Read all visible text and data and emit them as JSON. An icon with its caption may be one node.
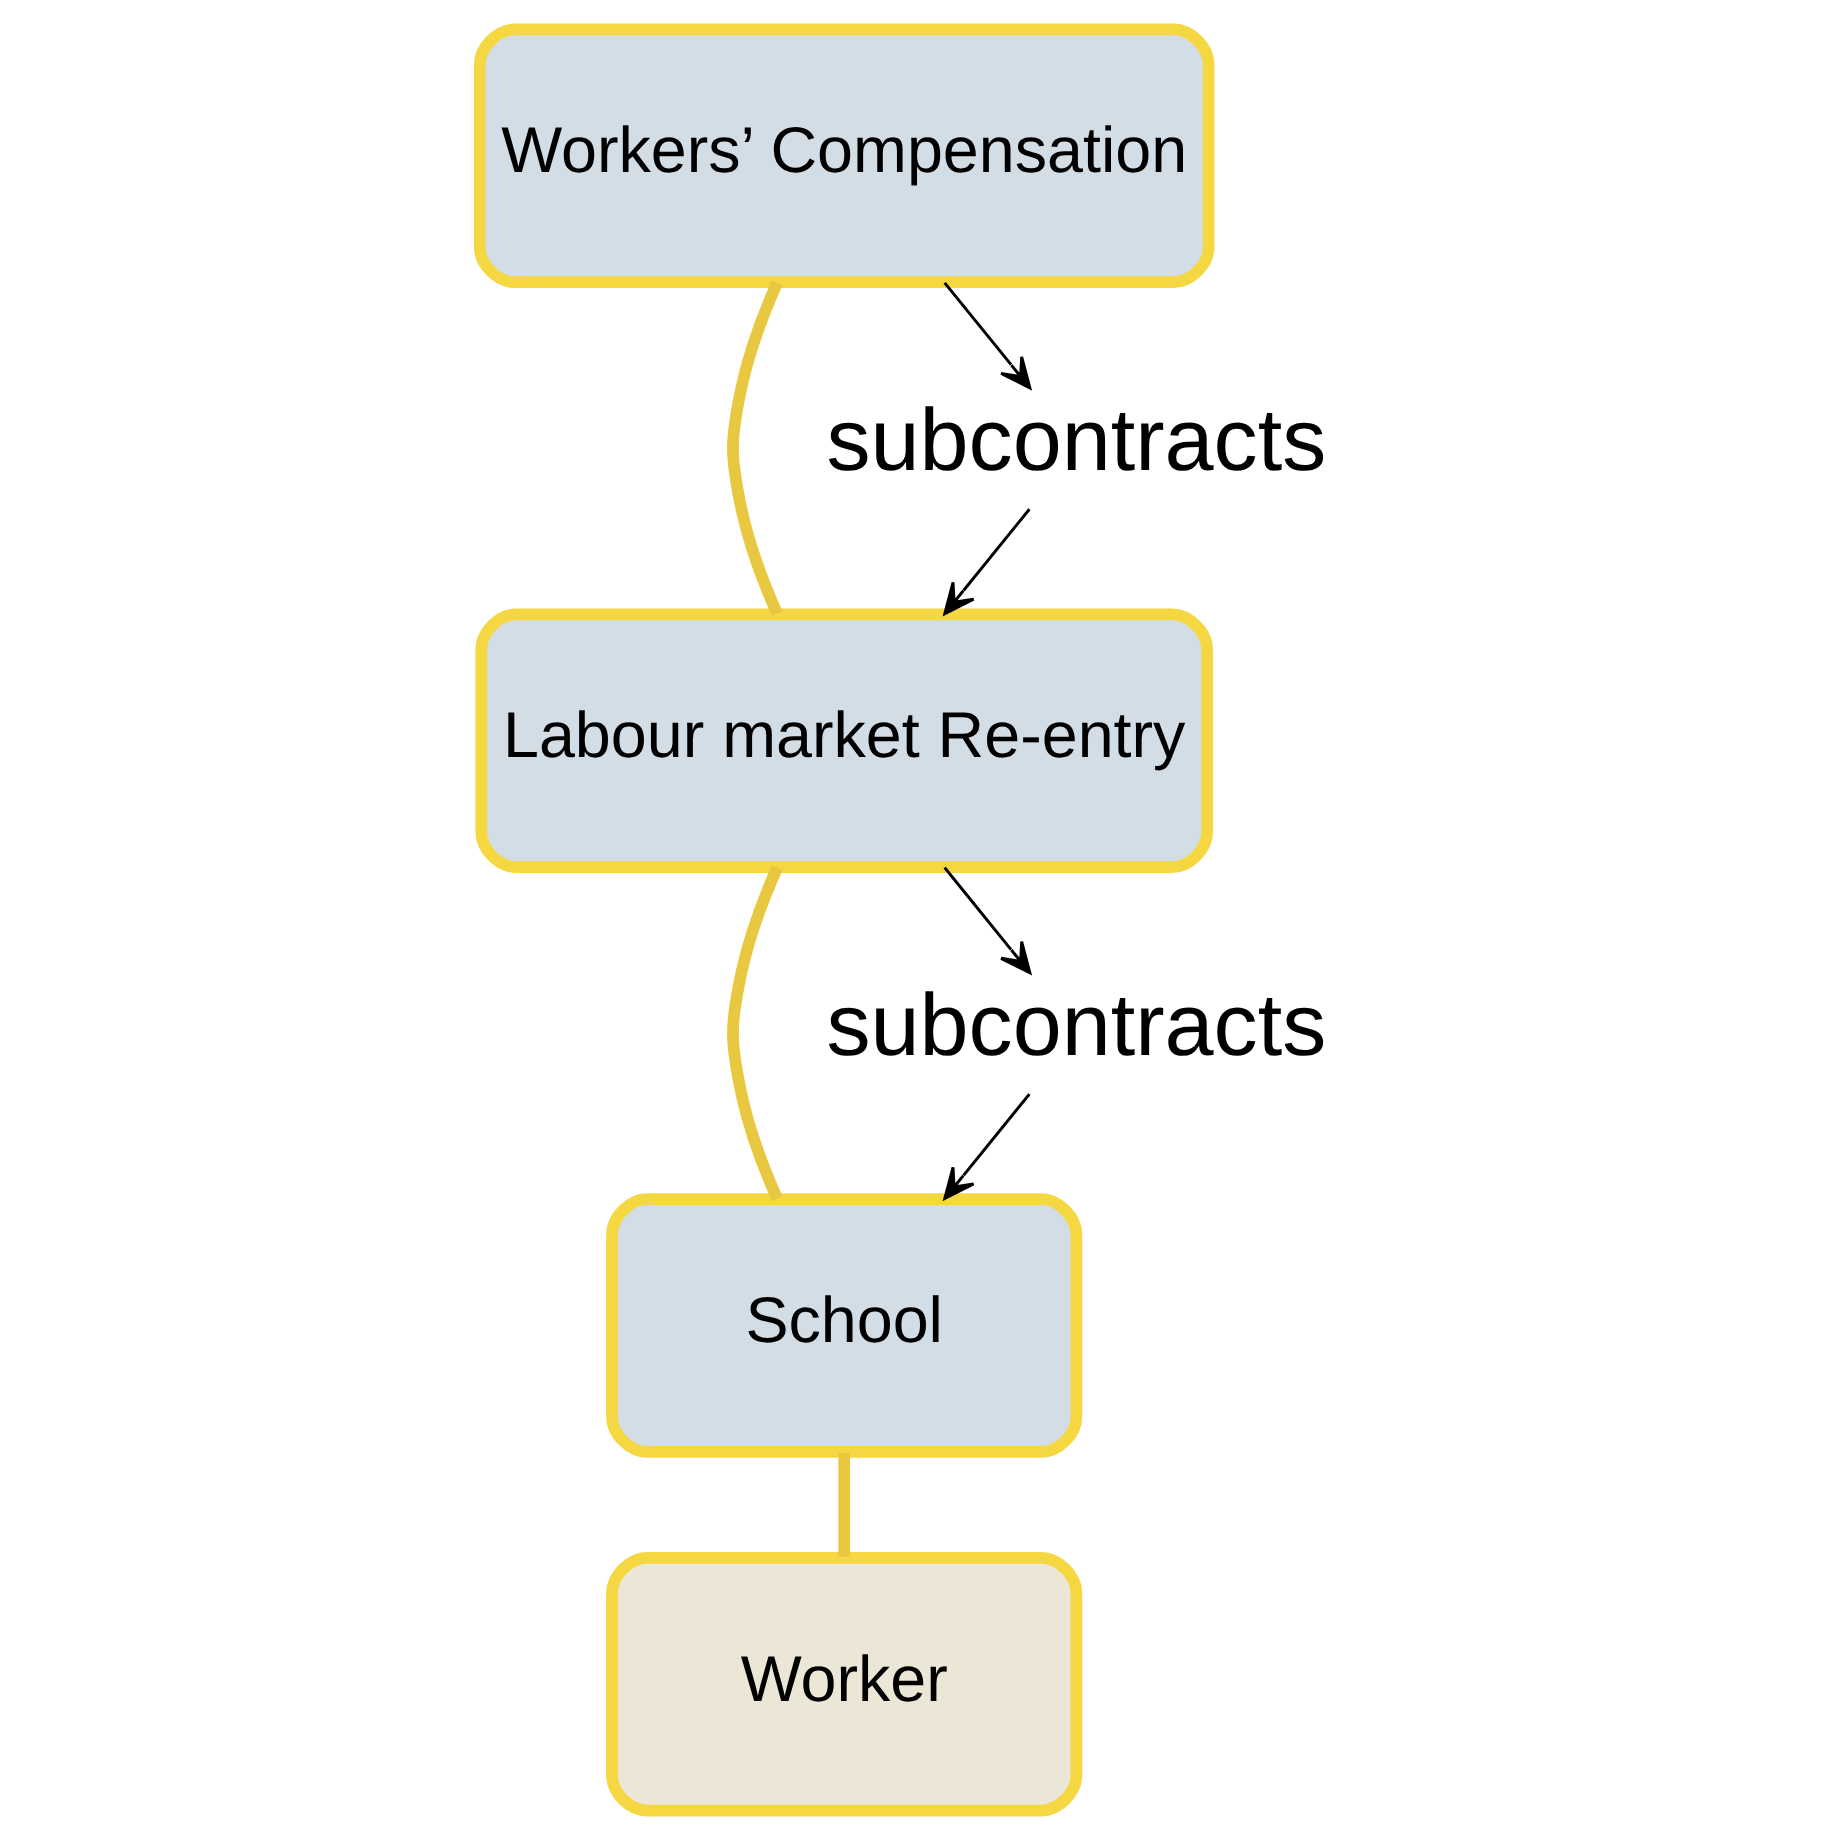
{
  "diagram": {
    "nodes": [
      {
        "text": [
          "Workers’ Compensation"
        ]
      },
      {
        "text": [
          "Labour market Re-entry"
        ]
      },
      {
        "text": [
          "School"
        ]
      },
      {
        "text": [
          "Worker"
        ]
      },
      {
        "text": [
          "subcontracts"
        ]
      },
      {
        "text": [
          "subcontracts"
        ]
      }
    ],
    "edges": [
      {
        "from": 0,
        "to": 1,
        "arrow": "none",
        "style": "thick",
        "color": "#e8c840"
      },
      {
        "from": 1,
        "to": 2,
        "arrow": "none",
        "style": "thick",
        "color": "#e8c840"
      },
      {
        "from": 2,
        "to": 3,
        "arrow": "none",
        "style": "thick",
        "color": "#e8c840"
      },
      {
        "from": 0,
        "to": 4,
        "arrow": "to"
      },
      {
        "from": 4,
        "to": 1,
        "arrow": "to"
      },
      {
        "from": 1,
        "to": 5,
        "arrow": "to"
      },
      {
        "from": 5,
        "to": 2,
        "arrow": "to"
      }
    ]
  }
}
